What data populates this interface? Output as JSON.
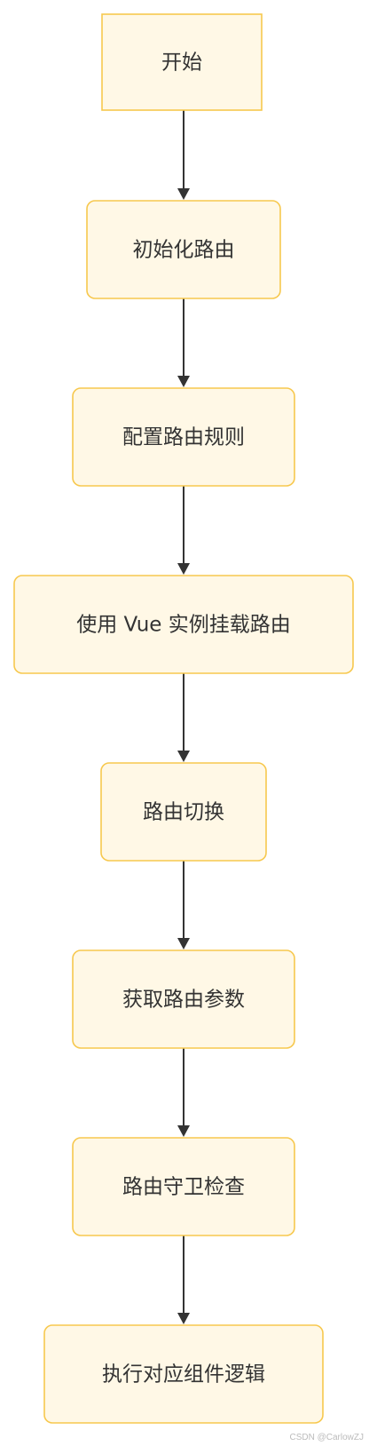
{
  "flowchart": {
    "nodes": [
      {
        "id": "start",
        "label": "开始",
        "shape": "rect"
      },
      {
        "id": "init-router",
        "label": "初始化路由",
        "shape": "rounded"
      },
      {
        "id": "config-rules",
        "label": "配置路由规则",
        "shape": "rounded"
      },
      {
        "id": "mount-router",
        "label": "使用 Vue 实例挂载路由",
        "shape": "rounded"
      },
      {
        "id": "route-switch",
        "label": "路由切换",
        "shape": "rounded"
      },
      {
        "id": "get-params",
        "label": "获取路由参数",
        "shape": "rounded"
      },
      {
        "id": "guard-check",
        "label": "路由守卫检查",
        "shape": "rounded"
      },
      {
        "id": "run-component",
        "label": "执行对应组件逻辑",
        "shape": "rounded"
      }
    ],
    "edges": [
      {
        "from": "start",
        "to": "init-router"
      },
      {
        "from": "init-router",
        "to": "config-rules"
      },
      {
        "from": "config-rules",
        "to": "mount-router"
      },
      {
        "from": "mount-router",
        "to": "route-switch"
      },
      {
        "from": "route-switch",
        "to": "get-params"
      },
      {
        "from": "get-params",
        "to": "guard-check"
      },
      {
        "from": "guard-check",
        "to": "run-component"
      }
    ],
    "colors": {
      "node_fill": "#fff8e6",
      "node_border": "#f7c84e",
      "text": "#333333",
      "arrow": "#333333"
    }
  },
  "watermark": "CSDN @CarlowZJ"
}
